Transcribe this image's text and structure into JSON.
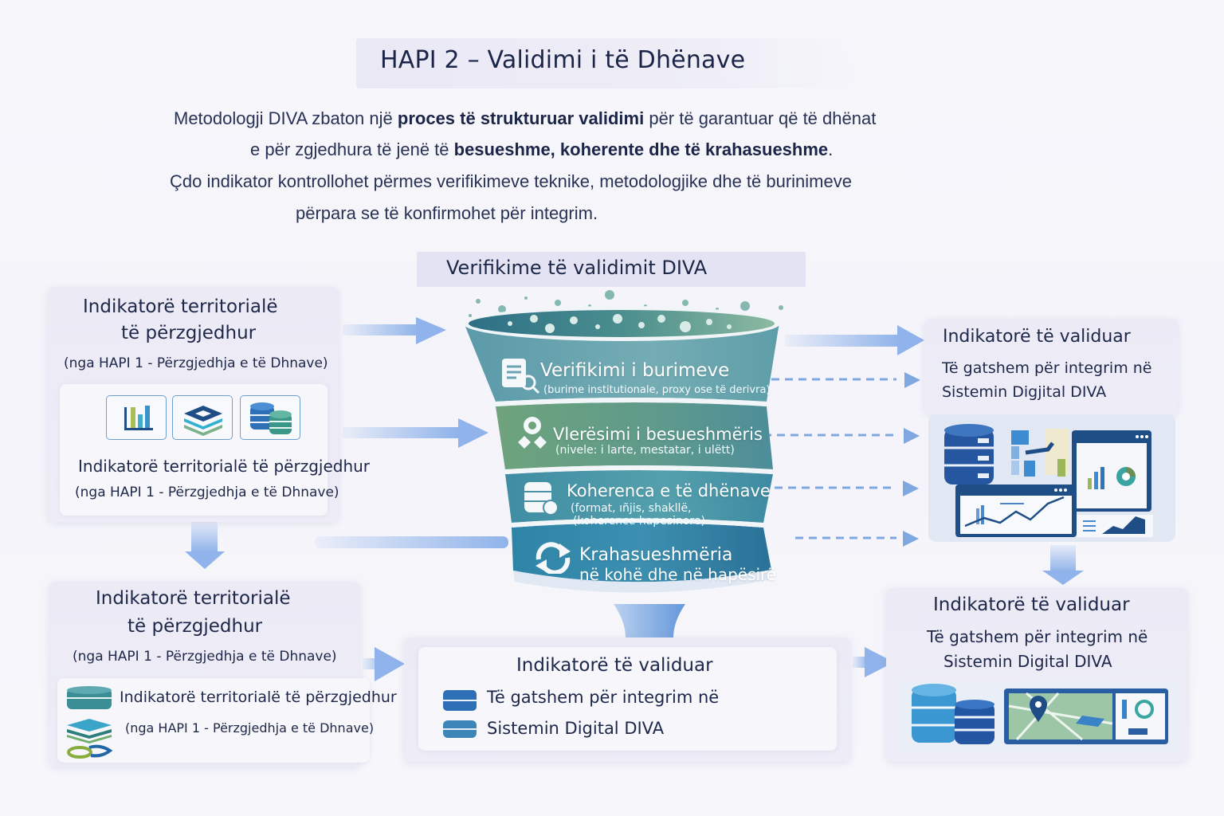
{
  "header": {
    "title": "HAPI 2 – Validimi i të Dhënave"
  },
  "intro": {
    "line1_a": "Metodologji DIVA zbaton një ",
    "line1_bold": "proces të strukturuar validimi",
    "line1_b": " për të garantuar që të dhënat",
    "line2_a": "e për zgjedhura të jenë të ",
    "line2_bold": "besueshme, koherente dhe të krahasueshme",
    "line2_b": ".",
    "line3": "Çdo indikator kontrollohet përmes verifikimeve teknike, metodologjike dhe të burinimeve",
    "line4": "përpara se të konfirmohet për integrim."
  },
  "left_top_card": {
    "title_line1": "Indikatorë territorialë",
    "title_line2": "të përzgjedhur",
    "subtitle": "(nga HAPI 1 - Përzgjedhja e të Dhnave)",
    "icons": [
      "bar-chart-icon",
      "layers-icon",
      "database-icon"
    ],
    "inner_line1": "Indikatorë territorialë të përzgjedhur",
    "inner_line2": "(nga HAPI 1 - Përzgjedhja e të Dhnave)"
  },
  "left_bottom_card": {
    "title_line1": "Indikatorë territorialë",
    "title_line2": "të përzgjedhur",
    "subtitle": "(nga HAPI 1 - Përzgjedhja e të Dhnave)",
    "inner_line1": "Indikatorë territorialë të përzgjedhur",
    "inner_line2": "(nga HAPI 1 - Përzgjedhja e të Dhnave)",
    "icons": [
      "database-icon",
      "layers-icon",
      "map-shapes-icon"
    ]
  },
  "funnel": {
    "title": "Verifikime të validimit DIVA",
    "colors": {
      "band1": "#5f9fae",
      "band2": "#6c9f82",
      "band3": "#4f93a5",
      "band4": "#3b85a6",
      "arrow": "#8fb3ea"
    },
    "stages": [
      {
        "title": "Verifikimi i burimeve",
        "subtitle": "(burime institutionale, proxy ose të derivra)",
        "icon": "document-search-icon"
      },
      {
        "title": "Vlerësimi i besueshmëris",
        "subtitle": "(nivele: i larte, mestatar, i ulëtt)",
        "icon": "assessment-icon"
      },
      {
        "title": "Koherenca e të dhënave",
        "subtitle": "(format, ıñjis, shakllë,",
        "subtitle2": "(koherence hapesinore)",
        "icon": "database-check-icon"
      },
      {
        "title": "Krahasueshmëria",
        "subtitle": "në kohë dhe në hapësirë",
        "icon": "refresh-icon"
      }
    ]
  },
  "center_bottom_card": {
    "title": "Indikatorë të validuar",
    "line1": "Të gatshem për integrim në",
    "line2": "Sistemin Digital DIVA"
  },
  "right_top_card": {
    "title": "Indikatorë të validuar",
    "line1": "Të gatshem për integrim në",
    "line2": "Sistemin Digjital DIVA"
  },
  "right_bottom_card": {
    "title": "Indikatorë të validuar",
    "line1": "Të gatshem për integrim në",
    "line2": "Sistemin Digital DIVA"
  }
}
